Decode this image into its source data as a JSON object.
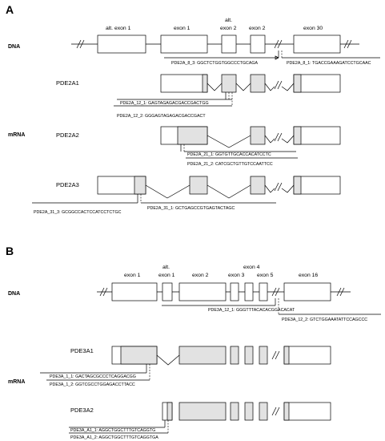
{
  "panel_a": {
    "label": "A",
    "dna_label": "DNA",
    "mrna_label": "mRNA",
    "exons": {
      "alt_exon1": "alt. exon 1",
      "exon1": "exon 1",
      "alt_exon2_line1": "alt.",
      "alt_exon2_line2": "exon 2",
      "exon2": "exon 2",
      "exon30": "exon 30"
    },
    "isoforms": [
      "PDE2A1",
      "PDE2A2",
      "PDE2A3"
    ],
    "primers": {
      "p8_3": "PDE2A_8_3: GGCTCTGGTGGCCCTGCAGA",
      "p8_1": "PDE2A_8_1: TGACCGAAAGATCCTGCAAC",
      "p12_1": "PDE2A_12_1: GAGTAGAGACGACCGACTGG",
      "p12_2": "PDE2A_12_2: GGGAGTAGAGACGACCGACT",
      "p21_1": "PDE2A_21_1: GGTGTTGCACCACATCCTC",
      "p21_2": "PDE2A_21_2: CATCGCTGTTGTCCAATTCC",
      "p31_3": "PDE2A_31_3: GCGGCCACTCCATCCTCTGC",
      "p31_1": "PDE2A_31_1: GCTGAGCCGTGAGTACTAGC"
    }
  },
  "panel_b": {
    "label": "B",
    "dna_label": "DNA",
    "mrna_label": "mRNA",
    "exons": {
      "exon1": "exon 1",
      "alt_exon1_line1": "alt.",
      "alt_exon1_line2": "exon 1",
      "exon2": "exon 2",
      "exon4": "exon 4",
      "exon3": "exon 3",
      "exon5": "exon 5",
      "exon16": "exon 16"
    },
    "isoforms": [
      "PDE3A1",
      "PDE3A2"
    ],
    "primers": {
      "p12_1": "PDE3A_12_1: GGGTTTACACACGGACACAT",
      "p12_2": "PDE3A_12_2: GTCTGGAAATATTCCAGCCC",
      "p1_1": "PDE3A_1_1: GACTAGCGCCCTCAGGACGG",
      "p1_2": "PDE3A_1_2: GGTCGCCTGGAGACCTTACC",
      "pA1_1": "PDE3A_A1_1: AGGCTGGCTTTGTCAGGTG",
      "pA1_2": "PDE3A_A1_2: AGGCTGGCTTTGTCAGGTGA"
    }
  },
  "colors": {
    "shaded_exon": "#e2e2e2",
    "line": "#000000"
  }
}
